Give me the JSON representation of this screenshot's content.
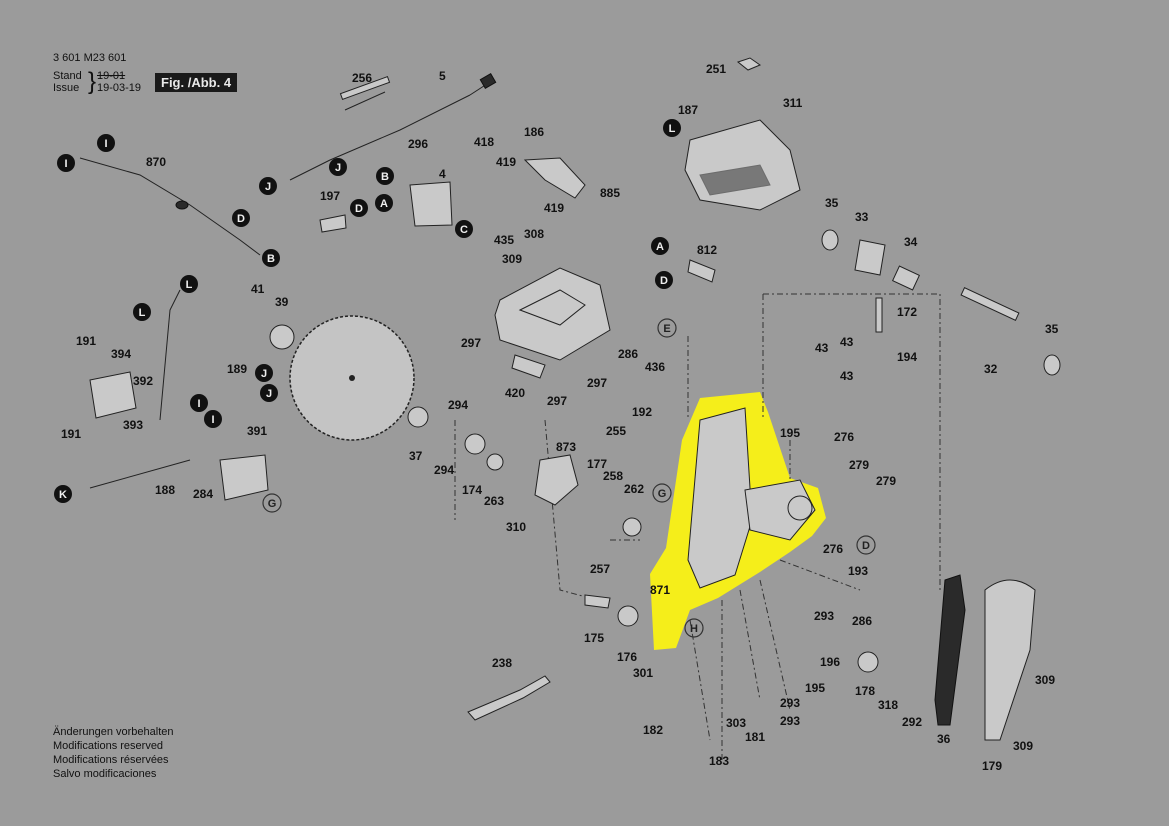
{
  "header": {
    "part_number": "3 601 M23 601",
    "stand_label": "Stand",
    "issue_label": "Issue",
    "stand_value": "19-01",
    "issue_value": "19-03-19",
    "figure": "Fig. /Abb. 4"
  },
  "notes": [
    "Änderungen vorbehalten",
    "Modifications reserved",
    "Modifications réservées",
    "Salvo modificaciones"
  ],
  "highlight_color": "#f5ee1a",
  "part_labels": [
    "256",
    "5",
    "870",
    "296",
    "4",
    "197",
    "418",
    "186",
    "419",
    "419",
    "435",
    "308",
    "309",
    "885",
    "251",
    "187",
    "311",
    "812",
    "35",
    "33",
    "34",
    "172",
    "32",
    "35",
    "194",
    "43",
    "43",
    "43",
    "41",
    "39",
    "191",
    "394",
    "392",
    "393",
    "191",
    "189",
    "188",
    "284",
    "391",
    "37",
    "294",
    "294",
    "174",
    "263",
    "310",
    "873",
    "177",
    "258",
    "262",
    "255",
    "297",
    "297",
    "286",
    "436",
    "192",
    "420",
    "297",
    "195",
    "276",
    "279",
    "279",
    "276",
    "193",
    "286",
    "293",
    "257",
    "175",
    "176",
    "301",
    "871",
    "196",
    "195",
    "178",
    "318",
    "292",
    "293",
    "293",
    "238",
    "182",
    "303",
    "181",
    "183",
    "309",
    "309",
    "36",
    "179"
  ],
  "circle_labels": [
    "I",
    "I",
    "J",
    "D",
    "B",
    "J",
    "B",
    "A",
    "C",
    "D",
    "A",
    "D",
    "L",
    "L",
    "L",
    "I",
    "I",
    "J",
    "J",
    "K",
    "G",
    "E",
    "G",
    "H",
    "D"
  ]
}
